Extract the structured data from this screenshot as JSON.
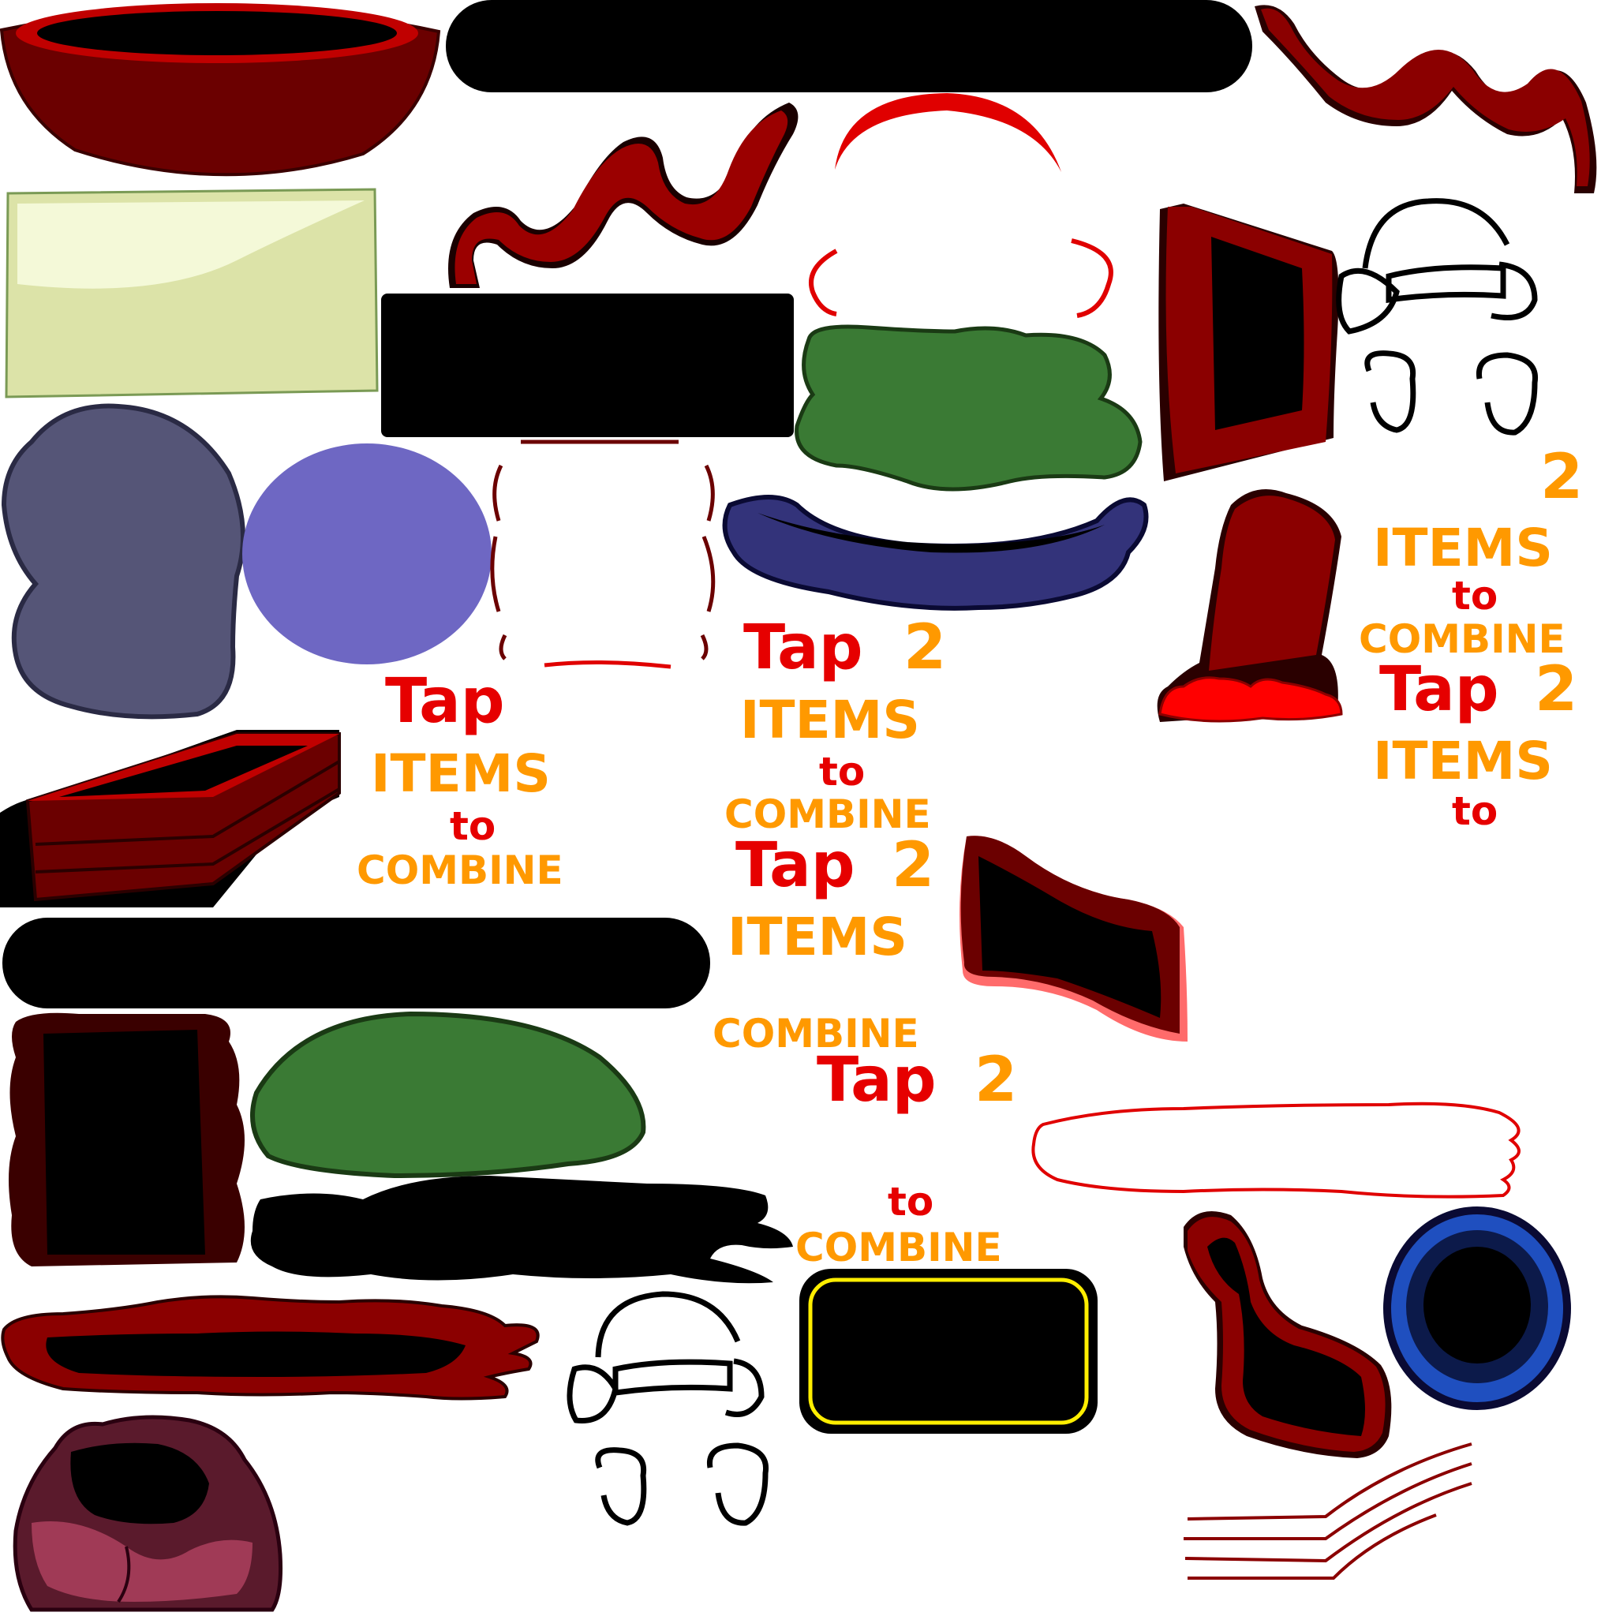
{
  "sprite_sheet": {
    "colors": {
      "dark_red": "#6b0000",
      "red": "#c00000",
      "bright_red": "#ff0000",
      "black": "#000000",
      "green": "#3a7a34",
      "slate": "#555577",
      "lavender": "#6e67c3",
      "navy": "#33337a",
      "blue": "#1f4fbf",
      "cream": "#eef5c8",
      "yellow": "#ffee00",
      "maroon": "#5a1a2c",
      "orange": "#ff9900"
    },
    "sprites": [
      "bowl",
      "black-bar",
      "ribbon",
      "arc",
      "ribbon",
      "cream-panel",
      "white-blob",
      "black-panel",
      "green-cloud",
      "monitor",
      "helmet-outline",
      "slate-blob",
      "lavender-circle",
      "white-blob",
      "navy-blob",
      "fingerless-glove",
      "crate",
      "black-bar",
      "red-wedge",
      "red-frame",
      "green-mound",
      "black-splat",
      "red-splat",
      "white-blob",
      "helmet-outline",
      "black-yellow-panel",
      "red-boot",
      "blue-ring",
      "maroon-sack",
      "red-lines"
    ],
    "labels": [
      {
        "tap": "Tap",
        "two": "",
        "items": "ITEMS",
        "to": "to",
        "combine": "COMBINE"
      },
      {
        "tap": "Tap",
        "two": "2",
        "items": "ITEMS",
        "to": "to",
        "combine": "COMBINE"
      },
      {
        "tap": "Tap",
        "two": "2",
        "items": "ITEMS",
        "to": "",
        "combine": "COMBINE"
      },
      {
        "tap": "Tap",
        "two": "2",
        "items": "",
        "to": "to",
        "combine": "COMBINE"
      },
      {
        "tap": "",
        "two": "2",
        "items": "ITEMS",
        "to": "to",
        "combine": "COMBINE"
      },
      {
        "tap": "Tap",
        "two": "2",
        "items": "ITEMS",
        "to": "to",
        "combine": ""
      }
    ]
  }
}
